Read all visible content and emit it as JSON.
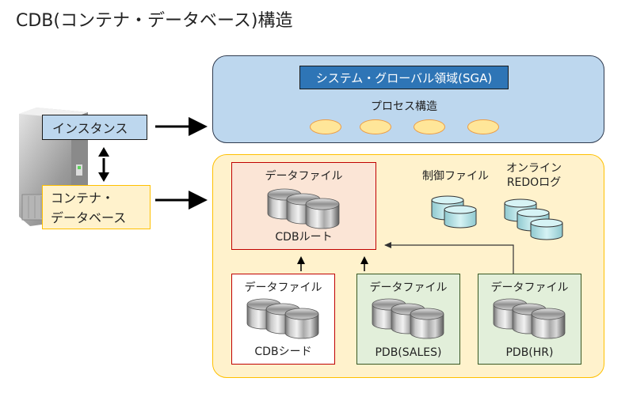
{
  "title": "CDB(コンテナ・データベース)構造",
  "left": {
    "server_icon": "server-tower-icon",
    "instance_label": "インスタンス",
    "container_db_label_line1": "コンテナ・",
    "container_db_label_line2": "データベース"
  },
  "instance_panel": {
    "sga_label": "システム・グローバル領域(SGA)",
    "process_label": "プロセス構造",
    "process_count": 4
  },
  "database_panel": {
    "cdb_root": {
      "head": "データファイル",
      "foot": "CDBルート"
    },
    "control_files": {
      "label": "制御ファイル",
      "count": 2
    },
    "redo_logs": {
      "label_line1": "オンライン",
      "label_line2": "REDOログ",
      "count": 3
    },
    "cdb_seed": {
      "head": "データファイル",
      "foot": "CDBシード"
    },
    "pdb_sales": {
      "head": "データファイル",
      "foot": "PDB(SALES)"
    },
    "pdb_hr": {
      "head": "データファイル",
      "foot": "PDB(HR)"
    }
  },
  "colors": {
    "sga_panel": "#bdd7ee",
    "sga_box": "#2e75b6",
    "process": "#ffe699",
    "db_panel": "#fff2cc",
    "cdb_root_fill": "#fbe5d6",
    "cdb_border": "#c00000",
    "pdb_fill": "#e2efda",
    "pdb_border": "#385723",
    "file_cylinder": "#b7e4e8"
  }
}
